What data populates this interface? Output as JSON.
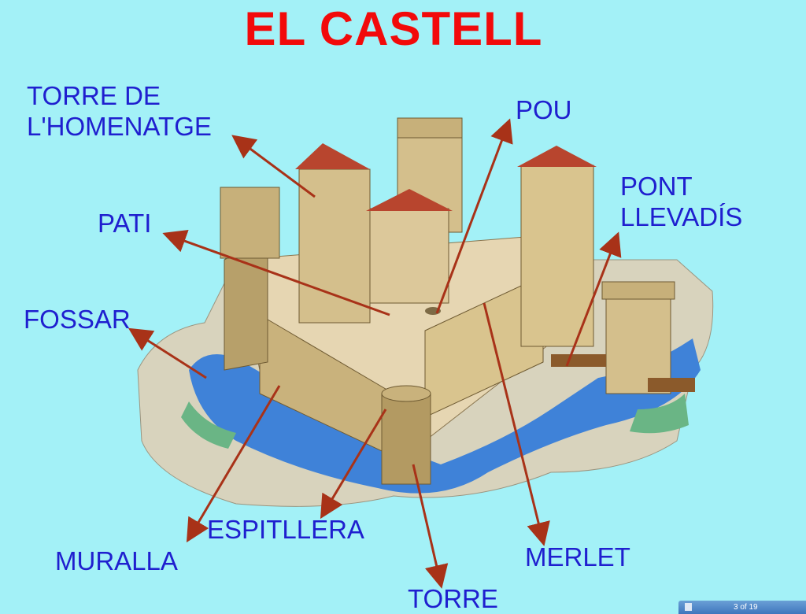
{
  "title": "EL CASTELL",
  "labels": {
    "torre_homenatge_1": "TORRE DE",
    "torre_homenatge_2": "L'HOMENATGE",
    "pou": "POU",
    "pont_1": "PONT",
    "pont_2": "LLEVADÍS",
    "pati": "PATI",
    "fossar": "FOSSAR",
    "espitllera": "ESPITLLERA",
    "muralla": "MURALLA",
    "merlet": "MERLET",
    "torre": "TORRE"
  },
  "colors": {
    "background": "#a3f1f7",
    "title": "#f20a0a",
    "label": "#1f1fcf",
    "arrow": "#a83218"
  },
  "viewer": {
    "page_indicator": "3 of 19",
    "icon": "slide-icon"
  }
}
